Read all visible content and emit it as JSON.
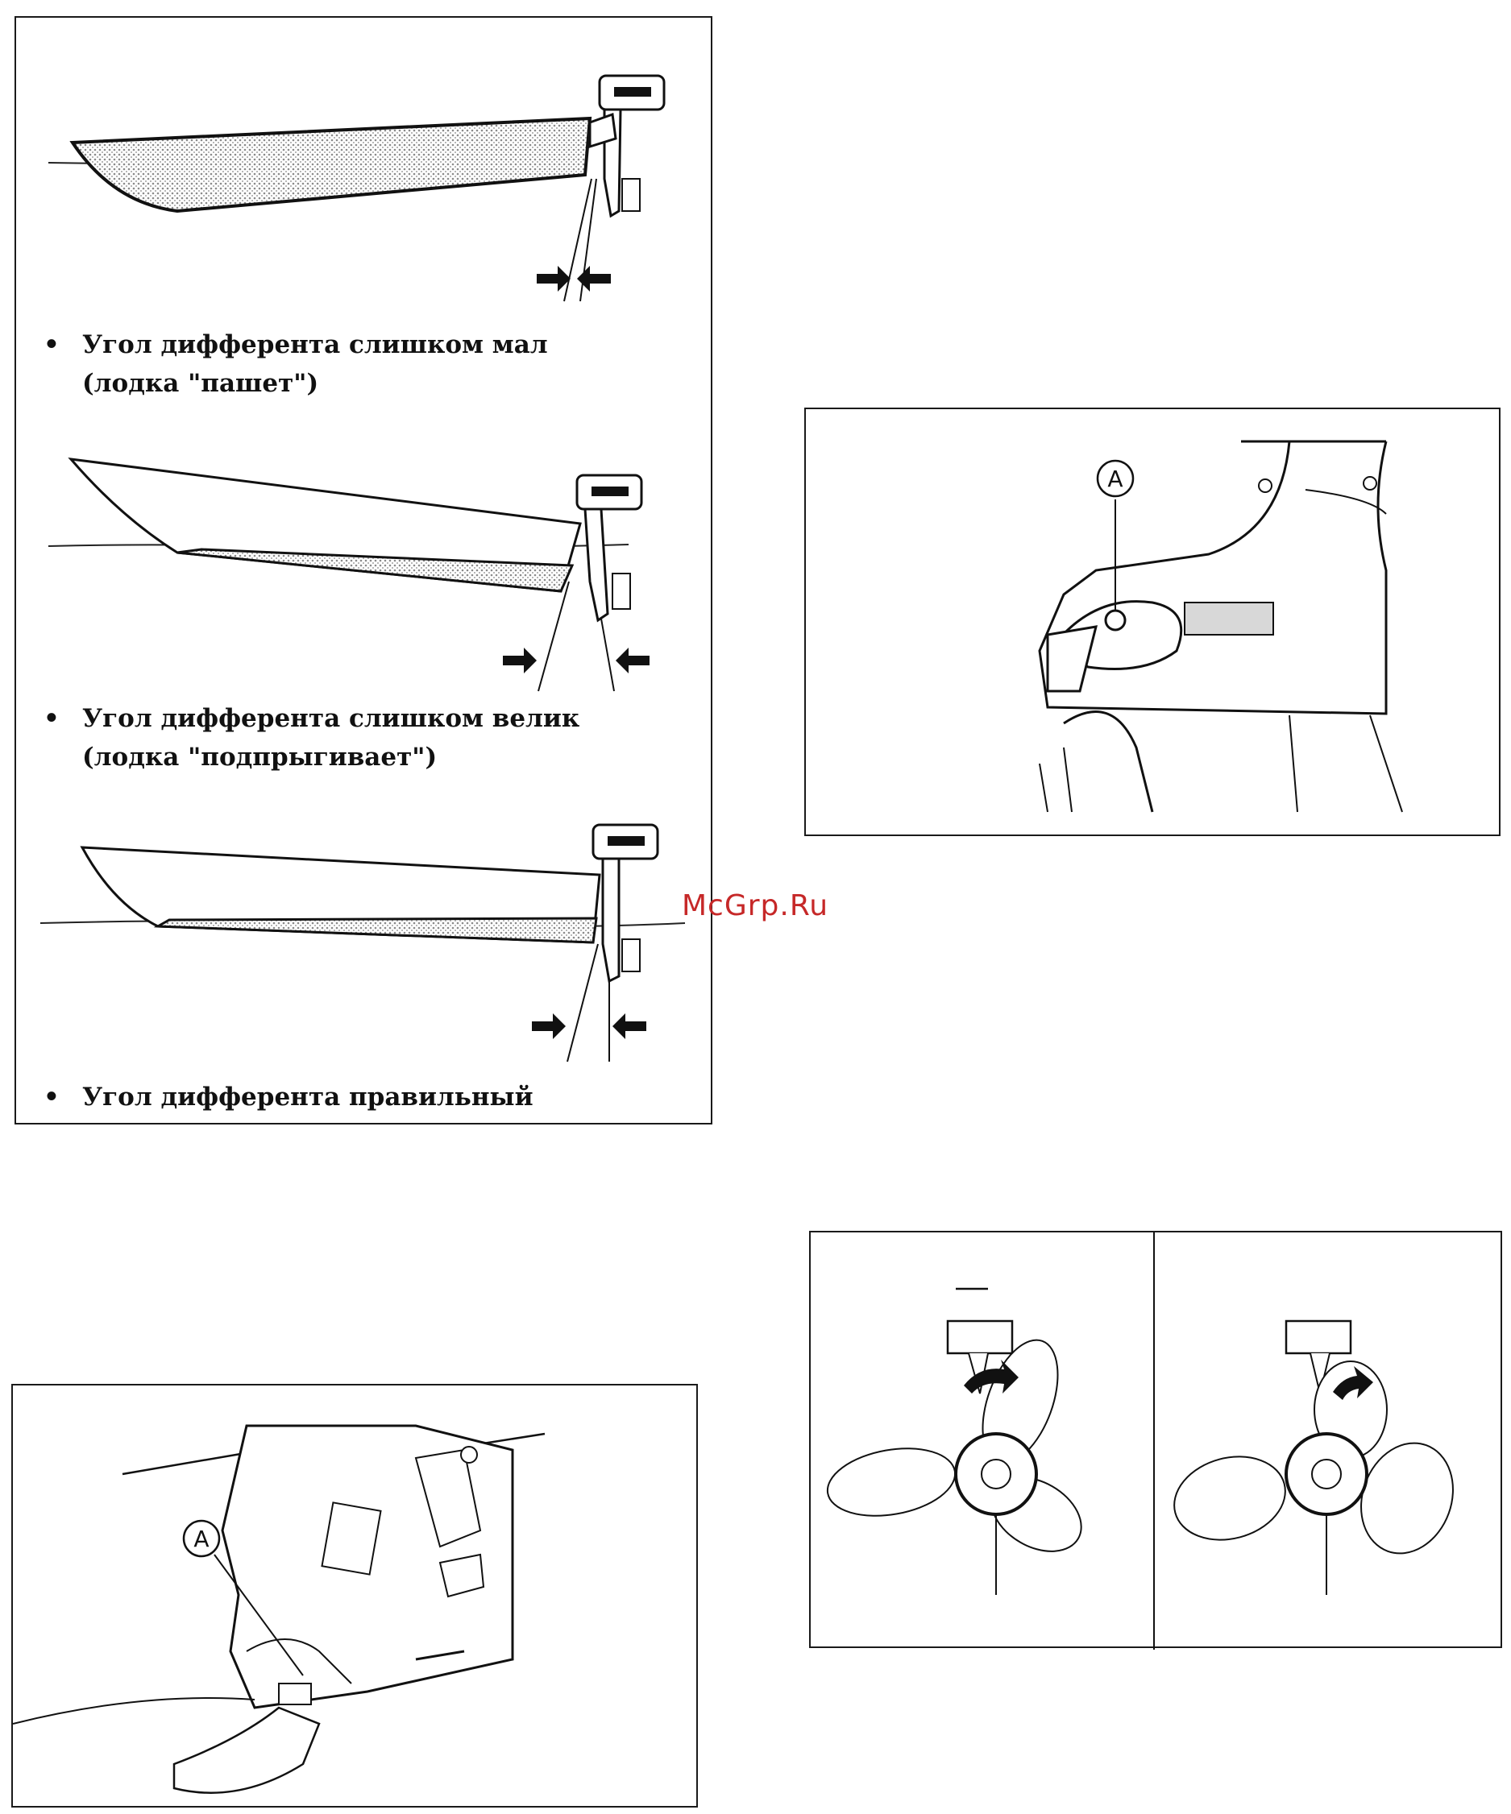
{
  "trim_panel": {
    "captions": [
      {
        "line1": "Угол дифферента слишком мал",
        "line2": "(лодка \"пашет\")"
      },
      {
        "line1": "Угол дифферента слишком велик",
        "line2": "(лодка \"подпрыгивает\")"
      },
      {
        "line1": "Угол дифферента правильный",
        "line2": ""
      }
    ],
    "bullet": "•"
  },
  "right_panel_1": {
    "callout": "A"
  },
  "bottom_left_panel": {
    "callout": "A"
  },
  "watermark": "McGrp.Ru",
  "colors": {
    "line": "#1a1a1a",
    "hatch": "#cfcfcf",
    "watermark": "#c62828"
  }
}
